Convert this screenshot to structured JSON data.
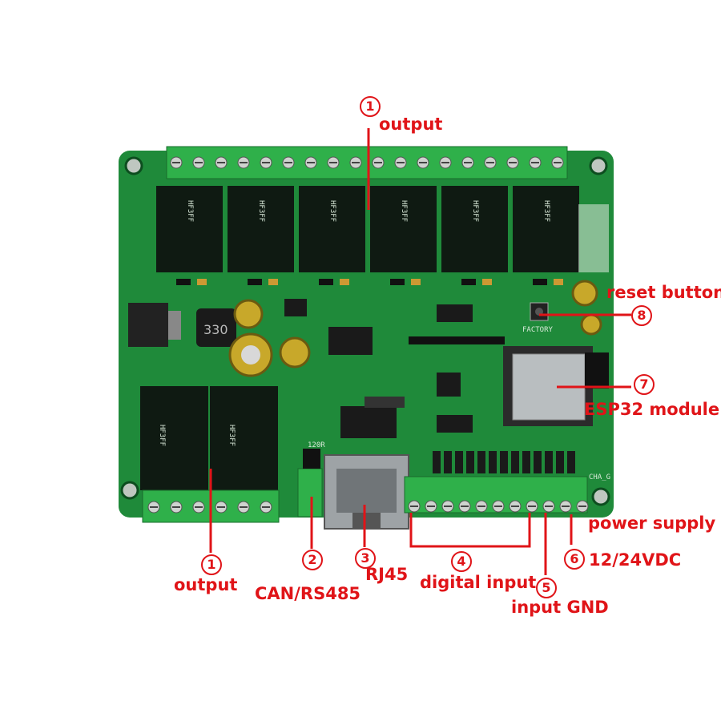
{
  "labels": {
    "output_top": "output",
    "output_bottom": "output",
    "can_rs485": "CAN/RS485",
    "rj45": "RJ45",
    "digital_input": "digital input",
    "input_gnd": "input GND",
    "power_supply": "power supply",
    "voltage": "12/24VDC",
    "esp32_module": "ESP32 module",
    "reset_button": "reset button"
  },
  "numbers": {
    "n1_top": "1",
    "n1_bottom": "1",
    "n2": "2",
    "n3": "3",
    "n4": "4",
    "n5": "5",
    "n6": "6",
    "n7": "7",
    "n8": "8"
  },
  "silkscreen": {
    "relay_brand": "HF3FF",
    "inductor": "330",
    "resistor": "120R",
    "factory": "FACTORY",
    "cha": "CHA_G"
  },
  "colors": {
    "pcb": "#1f8a3a",
    "terminal": "#2fb04a",
    "relay": "#0f1a12",
    "annotation": "#e01418"
  }
}
